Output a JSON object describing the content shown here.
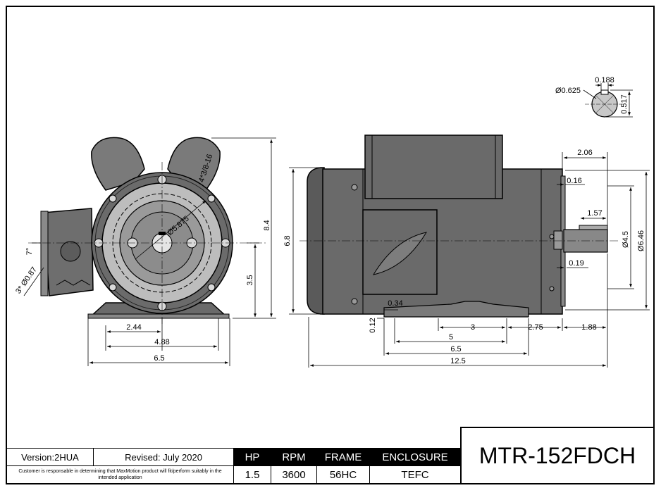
{
  "drawing": {
    "front_view": {
      "dims": {
        "base_inner": "2.44",
        "base_mid": "4.88",
        "base_width": "6.5",
        "overall_height": "8.4",
        "shaft_height": "3.5",
        "bolt_circle": "Ø5.875",
        "tapped_holes": "4*3/8-16",
        "conduit_holes": "3* Ø0.87",
        "angle": "7°"
      }
    },
    "side_view": {
      "dims": {
        "frame_height": "6.8",
        "c_face_offset": "2.06",
        "pilot_lip": "0.16",
        "shaft_key_length": "1.57",
        "shaft_clearance": "0.19",
        "pilot_dia": "Ø4.5",
        "face_dia": "Ø6.46",
        "foot_offset": "0.34",
        "foot_thickness": "0.12",
        "hole_span": "3",
        "foot_to_face": "2.75",
        "shaft_extension": "1.88",
        "foot_length": "5",
        "base_length": "6.5",
        "overall_length": "12.5"
      }
    },
    "shaft_detail": {
      "dims": {
        "shaft_dia": "Ø0.625",
        "key_width": "0.188",
        "key_depth": "0.517"
      }
    }
  },
  "title_block": {
    "version": "Version:2HUA",
    "revised": "Revised: July 2020",
    "disclaimer": "Customer is responsable in determining that MaxMotion product will fit/perform suitably in the intended application",
    "headers": [
      "HP",
      "RPM",
      "FRAME",
      "ENCLOSURE"
    ],
    "values": [
      "1.5",
      "3600",
      "56HC",
      "TEFC"
    ],
    "model": "MTR-152FDCH"
  }
}
